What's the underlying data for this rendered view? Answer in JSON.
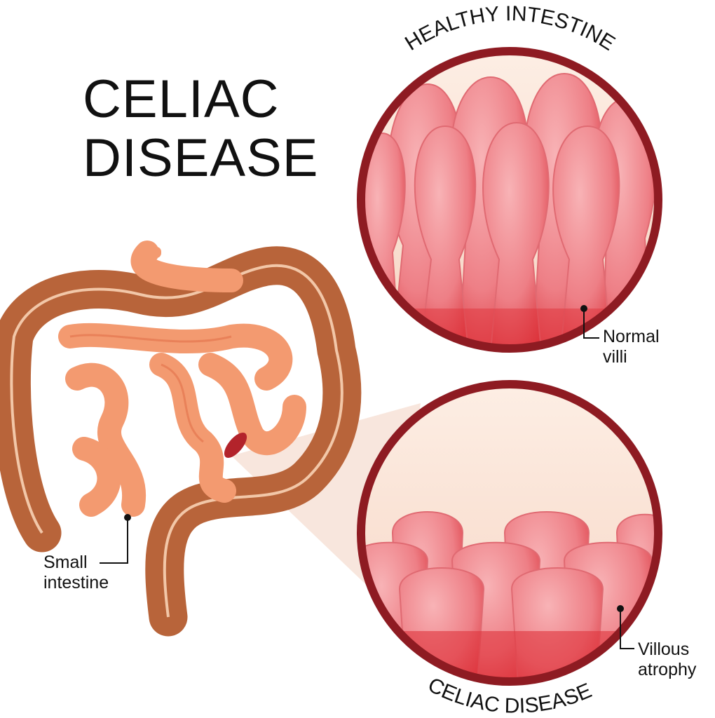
{
  "title": {
    "line1": "CELIAC",
    "line2": "DISEASE"
  },
  "healthy_panel": {
    "caption": "HEALTHY INTESTINE",
    "label_line1": "Normal",
    "label_line2": "villi"
  },
  "celiac_panel": {
    "caption": "CELIAC DISEASE",
    "label_line1": "Villous",
    "label_line2": "atrophy"
  },
  "intestine": {
    "label_line1": "Small",
    "label_line2": "intestine"
  },
  "colors": {
    "circle_border": "#8e1b22",
    "villi": "#ee7f86",
    "background": "#fbe3d4",
    "colon": "#b8643a",
    "small_intestine": "#f39a70"
  }
}
